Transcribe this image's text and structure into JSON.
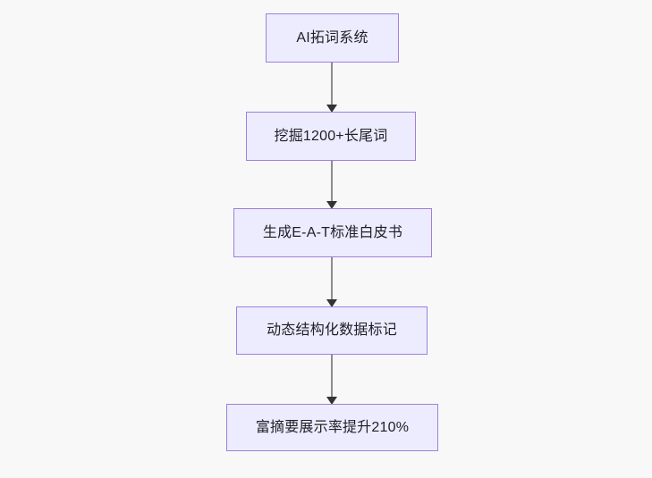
{
  "diagram": {
    "type": "flowchart",
    "direction": "top-to-bottom",
    "background_color": "#f8f8f8",
    "node_fill_color": "#ececfe",
    "node_border_color": "#9f7fdd",
    "connector_color": "#8d8d8d",
    "arrowhead_color": "#333333",
    "text_color": "#1f1f28",
    "nodes": [
      {
        "id": "node-1",
        "label": "AI拓词系统"
      },
      {
        "id": "node-2",
        "label": "挖掘1200+长尾词"
      },
      {
        "id": "node-3",
        "label": "生成E-A-T标准白皮书"
      },
      {
        "id": "node-4",
        "label": "动态结构化数据标记"
      },
      {
        "id": "node-5",
        "label": "富摘要展示率提升210%"
      }
    ],
    "edges": [
      {
        "id": "edge-1",
        "from": "node-1",
        "to": "node-2",
        "arrow": "down-arrow-icon"
      },
      {
        "id": "edge-2",
        "from": "node-2",
        "to": "node-3",
        "arrow": "down-arrow-icon"
      },
      {
        "id": "edge-3",
        "from": "node-3",
        "to": "node-4",
        "arrow": "down-arrow-icon"
      },
      {
        "id": "edge-4",
        "from": "node-4",
        "to": "node-5",
        "arrow": "down-arrow-icon"
      }
    ]
  }
}
